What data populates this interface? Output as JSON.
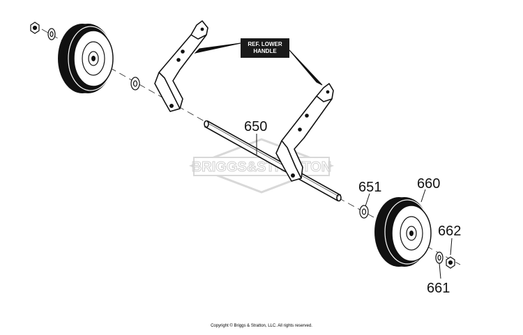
{
  "diagram": {
    "callouts": {
      "p650": "650",
      "p651": "651",
      "p660": "660",
      "p662": "662",
      "p661": "661"
    },
    "ref_label": {
      "line1": "REF. LOWER",
      "line2": "HANDLE"
    },
    "watermark": "BRIGGS&STRATTON",
    "copyright": "Copyright © Briggs & Stratton, LLC. All rights reserved."
  },
  "colors": {
    "ink": "#111111",
    "watermark": "#d0d0d0"
  }
}
